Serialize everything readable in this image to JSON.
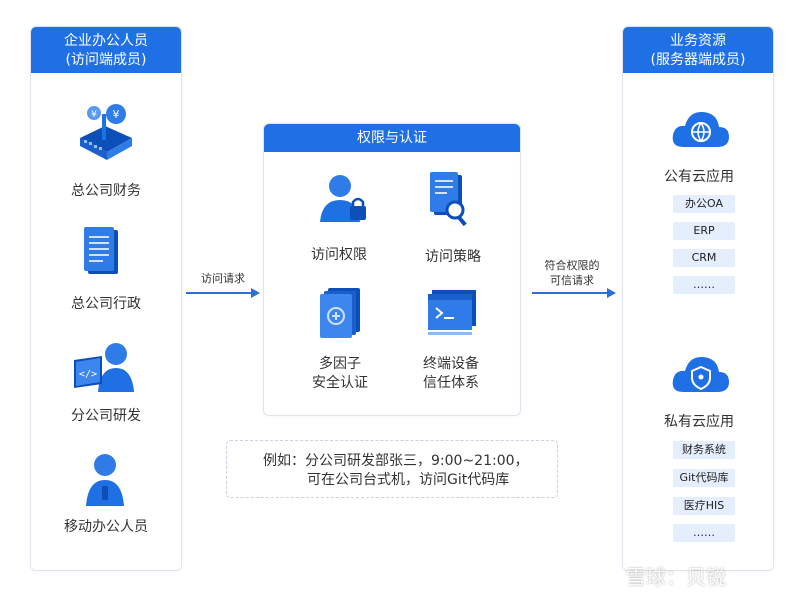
{
  "left": {
    "title_line1": "企业办公人员",
    "title_line2": "(访问端成员)",
    "items": [
      {
        "label": "总公司财务",
        "icon": "finance-server-icon"
      },
      {
        "label": "总公司行政",
        "icon": "document-icon"
      },
      {
        "label": "分公司研发",
        "icon": "developer-icon"
      },
      {
        "label": "移动办公人员",
        "icon": "mobile-user-icon"
      }
    ]
  },
  "center": {
    "title": "权限与认证",
    "items": [
      {
        "label": "访问权限",
        "icon": "user-lock-icon"
      },
      {
        "label": "访问策略",
        "icon": "policy-search-icon"
      },
      {
        "label_line1": "多因子",
        "label_line2": "安全认证",
        "icon": "shield-layers-icon"
      },
      {
        "label_line1": "终端设备",
        "label_line2": "信任体系",
        "icon": "terminal-window-icon"
      }
    ]
  },
  "arrows": {
    "left_label": "访问请求",
    "right_label_line1": "符合权限的",
    "right_label_line2": "可信请求"
  },
  "right": {
    "title_line1": "业务资源",
    "title_line2": "(服务器端成员)",
    "public": {
      "label": "公有云应用",
      "icon": "cloud-globe-icon",
      "tags": [
        "办公OA",
        "ERP",
        "CRM",
        "……"
      ]
    },
    "private": {
      "label": "私有云应用",
      "icon": "cloud-shield-icon",
      "tags": [
        "财务系统",
        "Git代码库",
        "医疗HIS",
        "……"
      ]
    }
  },
  "note": {
    "line1": "例如：分公司研发部张三，9:00~21:00，",
    "line2": "可在公司台式机，访问Git代码库"
  },
  "watermark": "雪球：贝锐",
  "colors": {
    "primary": "#1f6fe5",
    "tag_bg": "#e4eefc",
    "arrow": "#2c6fd8"
  }
}
